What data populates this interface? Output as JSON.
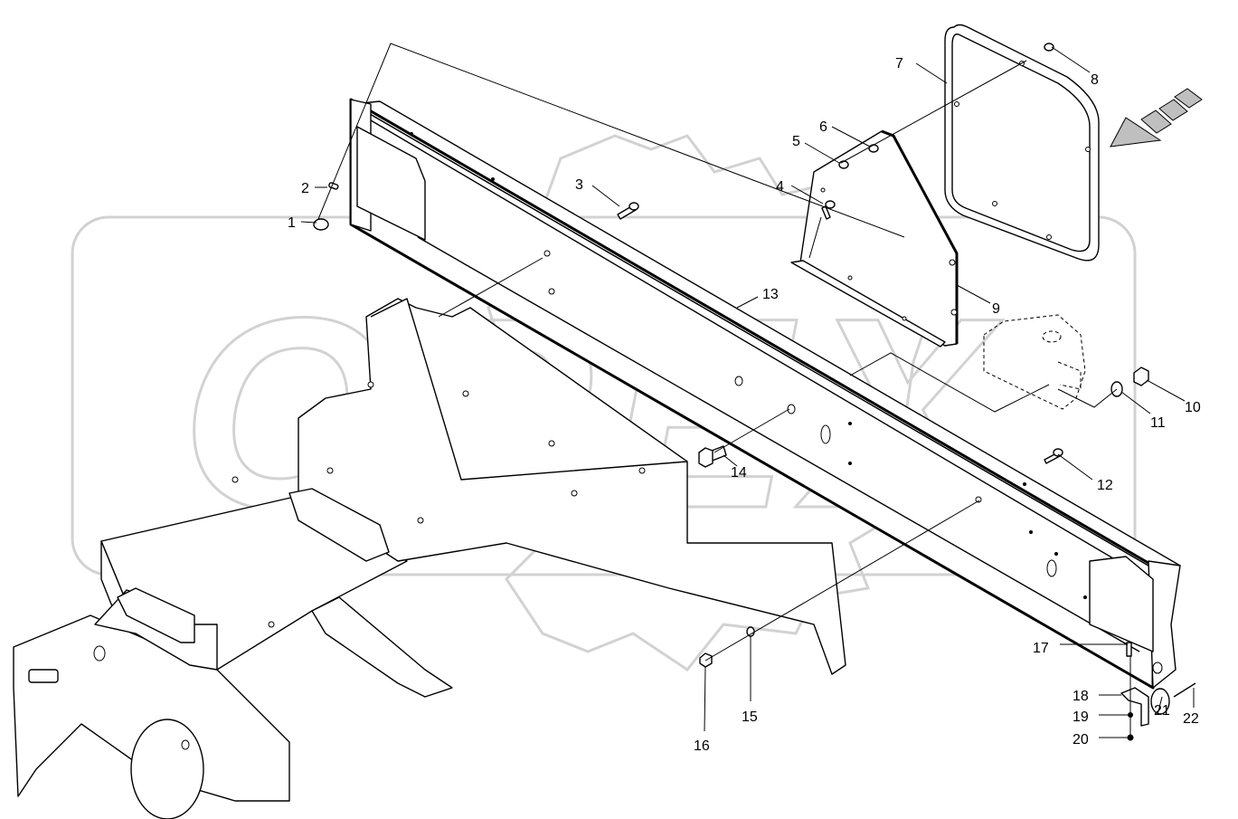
{
  "diagram": {
    "callouts": [
      {
        "id": "1",
        "label": "1"
      },
      {
        "id": "2",
        "label": "2"
      },
      {
        "id": "3",
        "label": "3"
      },
      {
        "id": "4",
        "label": "4"
      },
      {
        "id": "5",
        "label": "5"
      },
      {
        "id": "6",
        "label": "6"
      },
      {
        "id": "7",
        "label": "7"
      },
      {
        "id": "8",
        "label": "8"
      },
      {
        "id": "9",
        "label": "9"
      },
      {
        "id": "10",
        "label": "10"
      },
      {
        "id": "11",
        "label": "11"
      },
      {
        "id": "12",
        "label": "12"
      },
      {
        "id": "13",
        "label": "13"
      },
      {
        "id": "14",
        "label": "14"
      },
      {
        "id": "15",
        "label": "15"
      },
      {
        "id": "16",
        "label": "16"
      },
      {
        "id": "17",
        "label": "17"
      },
      {
        "id": "18",
        "label": "18"
      },
      {
        "id": "19",
        "label": "19"
      },
      {
        "id": "20",
        "label": "20"
      },
      {
        "id": "21",
        "label": "21"
      },
      {
        "id": "22",
        "label": "22"
      }
    ],
    "watermark_text": "OPEX",
    "direction_arrow": "view-direction-arrow"
  }
}
